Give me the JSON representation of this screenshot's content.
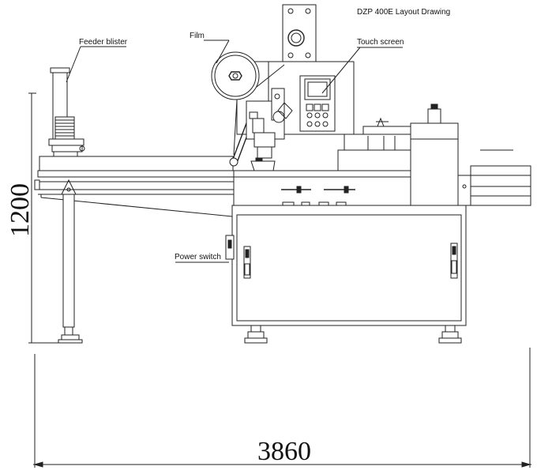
{
  "diagram": {
    "title": "DZP 400E Layout Drawing",
    "labels": {
      "feeder": "Feeder blister",
      "film": "Film",
      "touch_screen": "Touch screen",
      "power_switch": "Power switch"
    },
    "dimensions": {
      "height": "1200",
      "width": "3860"
    }
  }
}
